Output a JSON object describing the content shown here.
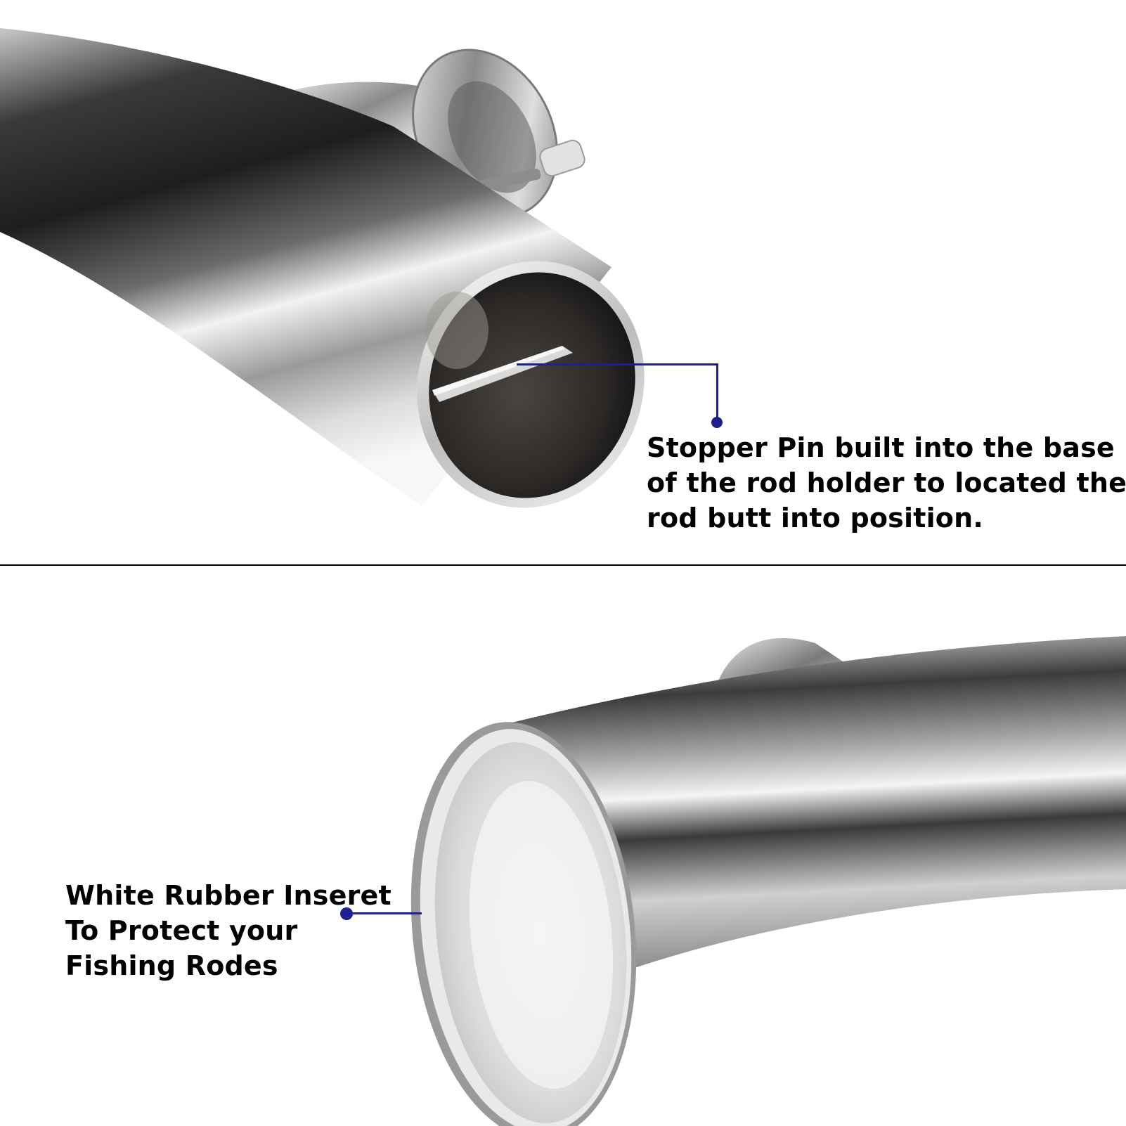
{
  "colors": {
    "callout": "#1f1f8f",
    "divider": "#000000",
    "background": "#ffffff"
  },
  "callouts": {
    "stopper_pin": {
      "lines": [
        "Stopper Pin built into the base",
        "of the rod holder to located the",
        "rod butt into position."
      ]
    },
    "rubber_insert": {
      "lines": [
        "White Rubber Inseret",
        "To Protect your",
        "Fishing Rodes"
      ]
    }
  }
}
